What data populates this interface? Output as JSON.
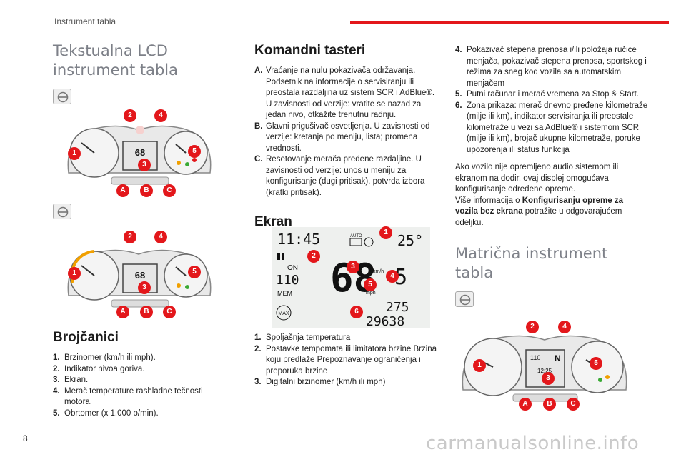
{
  "header": {
    "title": "Instrument tabla"
  },
  "page_number": "8",
  "watermark": "carmanualsonline.info",
  "col1": {
    "title_line1": "Tekstualna LCD",
    "title_line2": "instrument tabla",
    "gauges_heading": "Brojčanici",
    "gauges": [
      {
        "k": "1.",
        "v": "Brzinomer (km/h ili mph)."
      },
      {
        "k": "2.",
        "v": "Indikator nivoa goriva."
      },
      {
        "k": "3.",
        "v": "Ekran."
      },
      {
        "k": "4.",
        "v": "Merač temperature rashladne tečnosti motora."
      },
      {
        "k": "5.",
        "v": "Obrtomer (x 1.000 o/min)."
      }
    ],
    "cluster_digits": "68"
  },
  "col2": {
    "buttons_heading": "Komandni tasteri",
    "buttons": [
      {
        "k": "A.",
        "v": "Vraćanje na nulu pokazivača održavanja. Podsetnik na informacije o servisiranju ili preostala razdaljina uz sistem SCR i AdBlue®. U zavisnosti od verzije: vratite se nazad za jedan nivo, otkažite trenutnu radnju."
      },
      {
        "k": "B.",
        "v": "Glavni prigušivač osvetljenja. U zavisnosti od verzije: kretanja po meniju, lista; promena vrednosti."
      },
      {
        "k": "C.",
        "v": "Resetovanje merača pređene razdaljine. U zavisnosti od verzije: unos u meniju za konfigurisanje (dugi pritisak), potvrda izbora (kratki pritisak)."
      }
    ],
    "screen_heading": "Ekran",
    "screen": {
      "clock": "11:45",
      "temp": "25°",
      "speed": "68",
      "unit_kmh": "km/h",
      "unit_mph": "mph",
      "gear": "5",
      "cruise_speed": "110",
      "trip": "275",
      "odo": "29638",
      "mem": "MEM",
      "max": "MAX",
      "on": "ON",
      "auto": "AUTO"
    },
    "screen_items": [
      {
        "k": "1.",
        "v": "Spoljašnja temperatura"
      },
      {
        "k": "2.",
        "v": "Postavke tempomata ili limitatora brzine Brzina koju predlaže Prepoznavanje ograničenja i preporuka brzine"
      },
      {
        "k": "3.",
        "v": "Digitalni brzinomer (km/h ili mph)"
      }
    ]
  },
  "col3": {
    "items": [
      {
        "k": "4.",
        "v": "Pokazivač stepena prenosa i/ili položaja ručice menjača, pokazivač stepena prenosa, sportskog i režima za sneg kod vozila sa automatskim menjačem"
      },
      {
        "k": "5.",
        "v": "Putni računar i merač vremena za Stop & Start."
      },
      {
        "k": "6.",
        "v": "Zona prikaza: merač dnevno pređene kilometraže (milje ili km), indikator servisiranja ili preostale kilometraže u vezi sa AdBlue® i sistemom SCR (milje ili km), brojač ukupne kilometraže, poruke upozorenja ili status funkcija"
      }
    ],
    "para1": "Ako vozilo nije opremljeno audio sistemom ili ekranom na dodir, ovaj displej omogućava konfigurisanje određene opreme.",
    "para2_prefix": "Više informacija o ",
    "para2_bold1": "Konfigurisanju opreme za vozila bez ekrana",
    "para2_suffix": " potražite u odgovarajućem odeljku.",
    "matrix_heading": "Matrična instrument tabla",
    "matrix_time": "12:25",
    "matrix_speed": "110",
    "matrix_gear": "N"
  },
  "badges": [
    "1",
    "2",
    "3",
    "4",
    "5",
    "6",
    "A",
    "B",
    "C"
  ],
  "accent_color": "#e3171b"
}
